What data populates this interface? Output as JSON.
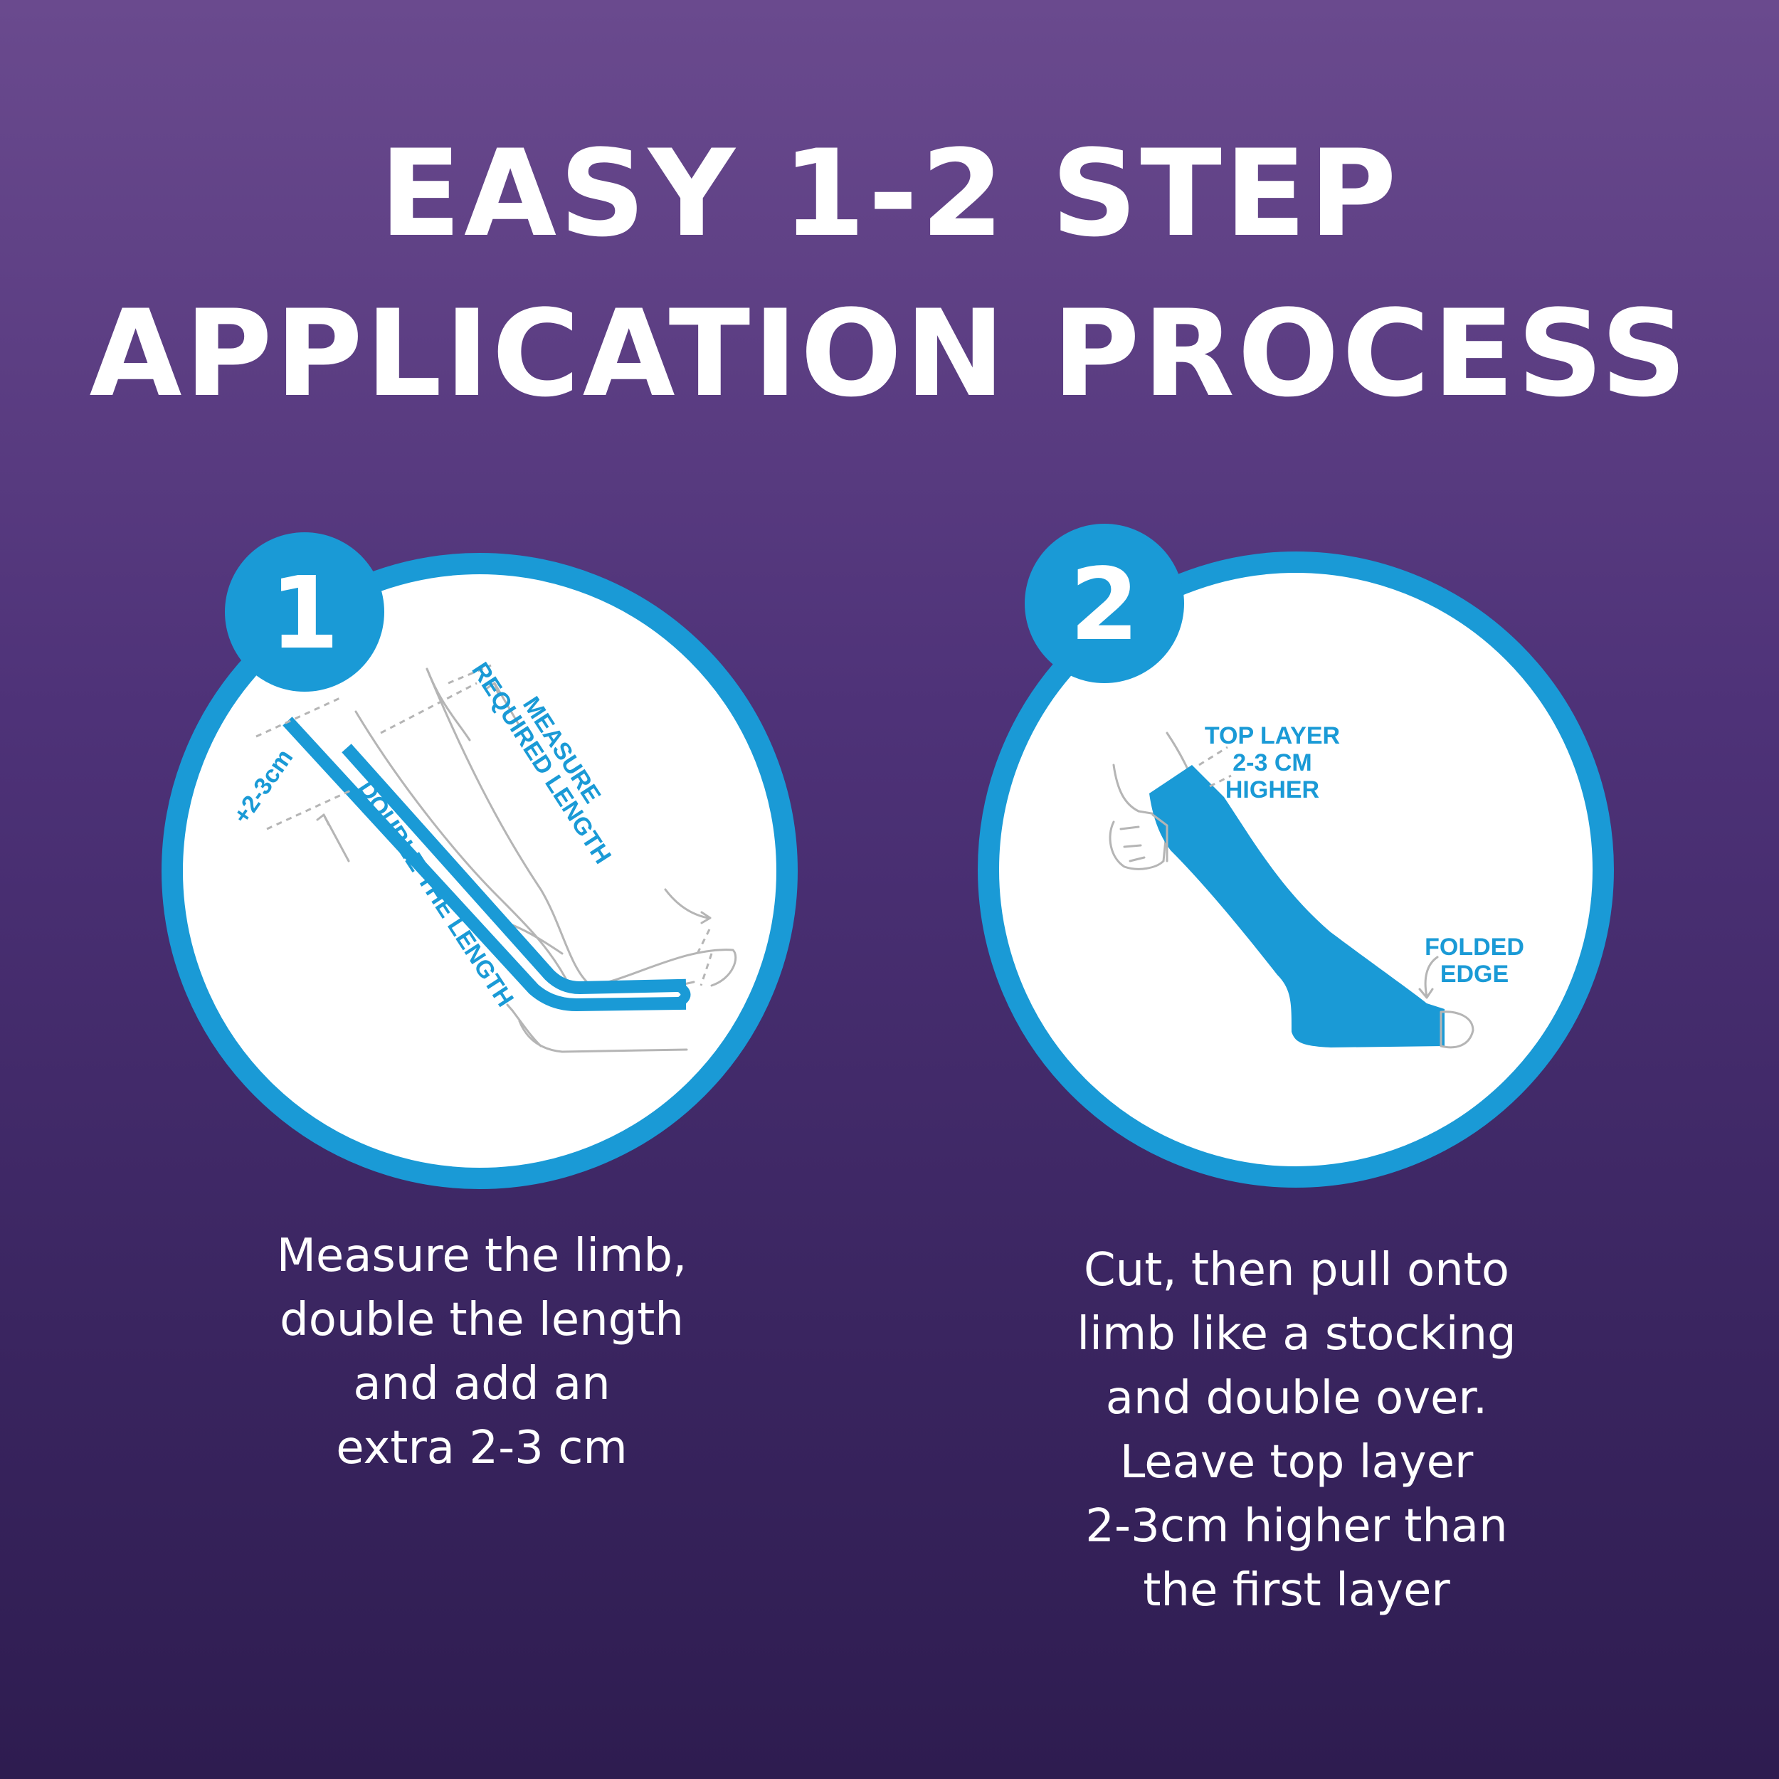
{
  "title": {
    "line1": "EASY 1-2 STEP",
    "line2": "APPLICATION PROCESS"
  },
  "colors": {
    "accent": "#1a9ad6",
    "background_top": "#6a4a8e",
    "background_bottom": "#2e1c50",
    "text": "#ffffff"
  },
  "step1": {
    "number": "1",
    "label_extra": "+2-3cm",
    "label_measure_line1": "MEASURE",
    "label_measure_line2": "REQUIRED LENGTH",
    "label_double": "DOUBLE THE LENGTH",
    "caption": [
      "Measure the limb,",
      "double the length",
      "and add an",
      "extra 2-3 cm"
    ]
  },
  "step2": {
    "number": "2",
    "label_top_line1": "TOP LAYER",
    "label_top_line2": "2-3 CM",
    "label_top_line3": "HIGHER",
    "label_folded_line1": "FOLDED",
    "label_folded_line2": "EDGE",
    "caption": [
      "Cut, then pull onto",
      "limb like a stocking",
      "and double over.",
      "Leave top layer",
      "2-3cm higher than",
      "the first layer"
    ]
  }
}
